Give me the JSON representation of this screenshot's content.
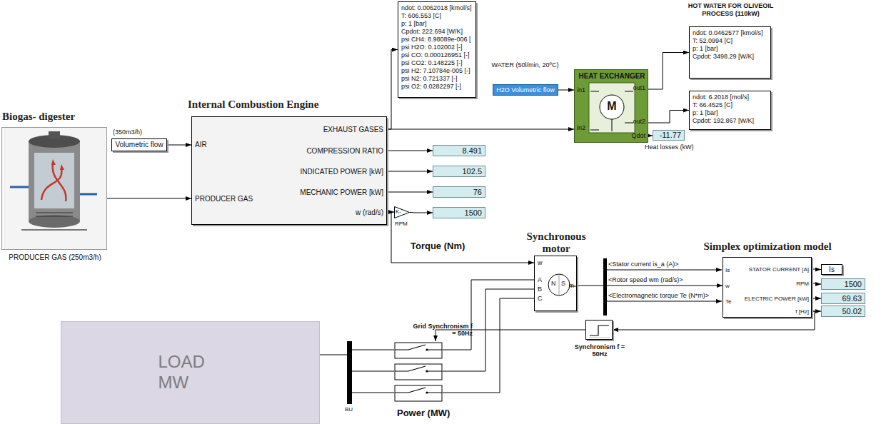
{
  "diagram": {
    "nodes": [
      {
        "text": [
          "Biogas- digester",
          "PRODUCER GAS (250m3/h)"
        ]
      },
      {
        "text": [
          "Volumetric flow"
        ]
      },
      {
        "text": [
          "Internal Combustion Engine",
          "AIR",
          "PRODUCER GAS",
          "EXHAUST GASES",
          "COMPRESSION RATIO",
          "INDICATED POWER [kW]",
          "MECHANIC POWER [kW]",
          "w (rad/s)"
        ]
      },
      {
        "text": [
          "ndot: 0.0062018 [kmol/s]",
          "T: 606.553 [C]",
          "p: 1 [bar]",
          "Cpdot: 222.694 [W/K]",
          "psi CH4: 8.98089e-006 [",
          "psi H2O: 0.102002 [-]",
          "psi CO: 0.000126951 [-]",
          "psi CO2: 0.148225 [-]",
          "psi H2: 7.10784e-005 [-]",
          "psi N2: 0.721337 [-]",
          "psi O2: 0.0282297 [-]"
        ]
      },
      {
        "text": [
          "8.491"
        ]
      },
      {
        "text": [
          "102.5"
        ]
      },
      {
        "text": [
          "76"
        ]
      },
      {
        "text": [
          "K-"
        ]
      },
      {
        "text": [
          "1500"
        ]
      },
      {
        "text": [
          "H2O Volumetric flow"
        ]
      },
      {
        "text": [
          "HEAT EXCHANGER",
          "in1",
          "in2",
          "out1",
          "out2",
          "Qdot",
          "M"
        ]
      },
      {
        "text": [
          "HOT WATER FOR OLIVEOIL PROCESS (110kW)",
          "ndot: 0.0462577 [kmol/s]",
          "T: 52.0994 [C]",
          "p: 1 [bar]",
          "Cpdot: 3498.29 [W/K]"
        ]
      },
      {
        "text": [
          "ndot: 6.2018 [mol/s]",
          "T: 66.4525 [C]",
          "p: 1 [bar]",
          "Cpdot: 192.867 [W/K]"
        ]
      },
      {
        "text": [
          "-11.77"
        ]
      },
      {
        "text": [
          "Synchronous motor",
          "w",
          "A",
          "B",
          "C",
          "m",
          "N",
          "S"
        ]
      },
      {
        "text": [
          "Simplex optimization model",
          "Is",
          "w",
          "Te",
          "STATOR CURRENT [A]",
          "RPM",
          "ELECTRIC POWER [kW]",
          "f [Hz]"
        ]
      },
      {
        "text": [
          "Is"
        ]
      },
      {
        "text": [
          "1500"
        ]
      },
      {
        "text": [
          "69.63"
        ]
      },
      {
        "text": [
          "50.02"
        ]
      },
      {
        "text": [
          "Synchronism f = 50Hz"
        ]
      },
      {
        "text": [
          "Grid Synchronism f = 50Hz"
        ]
      },
      {
        "text": [
          "LOAD MW"
        ]
      },
      {
        "text": [
          "BU"
        ]
      }
    ],
    "edges": [
      {
        "from": 1,
        "to": 2,
        "arrow": "to"
      },
      {
        "from": 0,
        "to": 2,
        "arrow": "to"
      },
      {
        "from": 2,
        "to": 3,
        "arrow": "to"
      },
      {
        "from": 2,
        "to": 10,
        "arrow": "to"
      },
      {
        "from": 2,
        "to": 4,
        "arrow": "to"
      },
      {
        "from": 2,
        "to": 5,
        "arrow": "to"
      },
      {
        "from": 2,
        "to": 6,
        "arrow": "to"
      },
      {
        "from": 2,
        "to": 7,
        "arrow": "to"
      },
      {
        "from": 7,
        "to": 8,
        "arrow": "to"
      },
      {
        "from": 2,
        "to": 14,
        "label": "Torque (Nm)",
        "arrow": "to"
      },
      {
        "from": 9,
        "to": 10,
        "arrow": "to"
      },
      {
        "from": 10,
        "to": 11,
        "arrow": "to"
      },
      {
        "from": 10,
        "to": 12,
        "arrow": "to"
      },
      {
        "from": 10,
        "to": 13,
        "arrow": "to"
      },
      {
        "from": 14,
        "to": 21,
        "arrow": "none"
      },
      {
        "from": 14,
        "to": 21,
        "arrow": "none"
      },
      {
        "from": 14,
        "to": 21,
        "arrow": "none"
      },
      {
        "from": 21,
        "to": 23,
        "arrow": "none"
      },
      {
        "from": 21,
        "to": 23,
        "arrow": "none"
      },
      {
        "from": 21,
        "to": 23,
        "arrow": "none"
      },
      {
        "from": 23,
        "to": 22,
        "arrow": "none"
      },
      {
        "from": 14,
        "to": 15,
        "arrow": "to"
      },
      {
        "from": 15,
        "to": 16,
        "arrow": "to"
      },
      {
        "from": 15,
        "to": 17,
        "arrow": "to"
      },
      {
        "from": 15,
        "to": 18,
        "arrow": "to"
      },
      {
        "from": 15,
        "to": 19,
        "arrow": "to"
      },
      {
        "from": 15,
        "to": 20,
        "arrow": "to"
      },
      {
        "from": 20,
        "to": 21,
        "arrow": "to"
      }
    ],
    "labels": [
      "(350m3/h)",
      "RPM",
      "WATER (50l/min, 20ºC)",
      "Heat losses (kW)",
      "<Stator current is_a (A)>",
      "<Rotor speed wm (rad/s)>",
      "<Electromagnetic torque Te (N*m)>",
      "Power (MW)"
    ]
  }
}
